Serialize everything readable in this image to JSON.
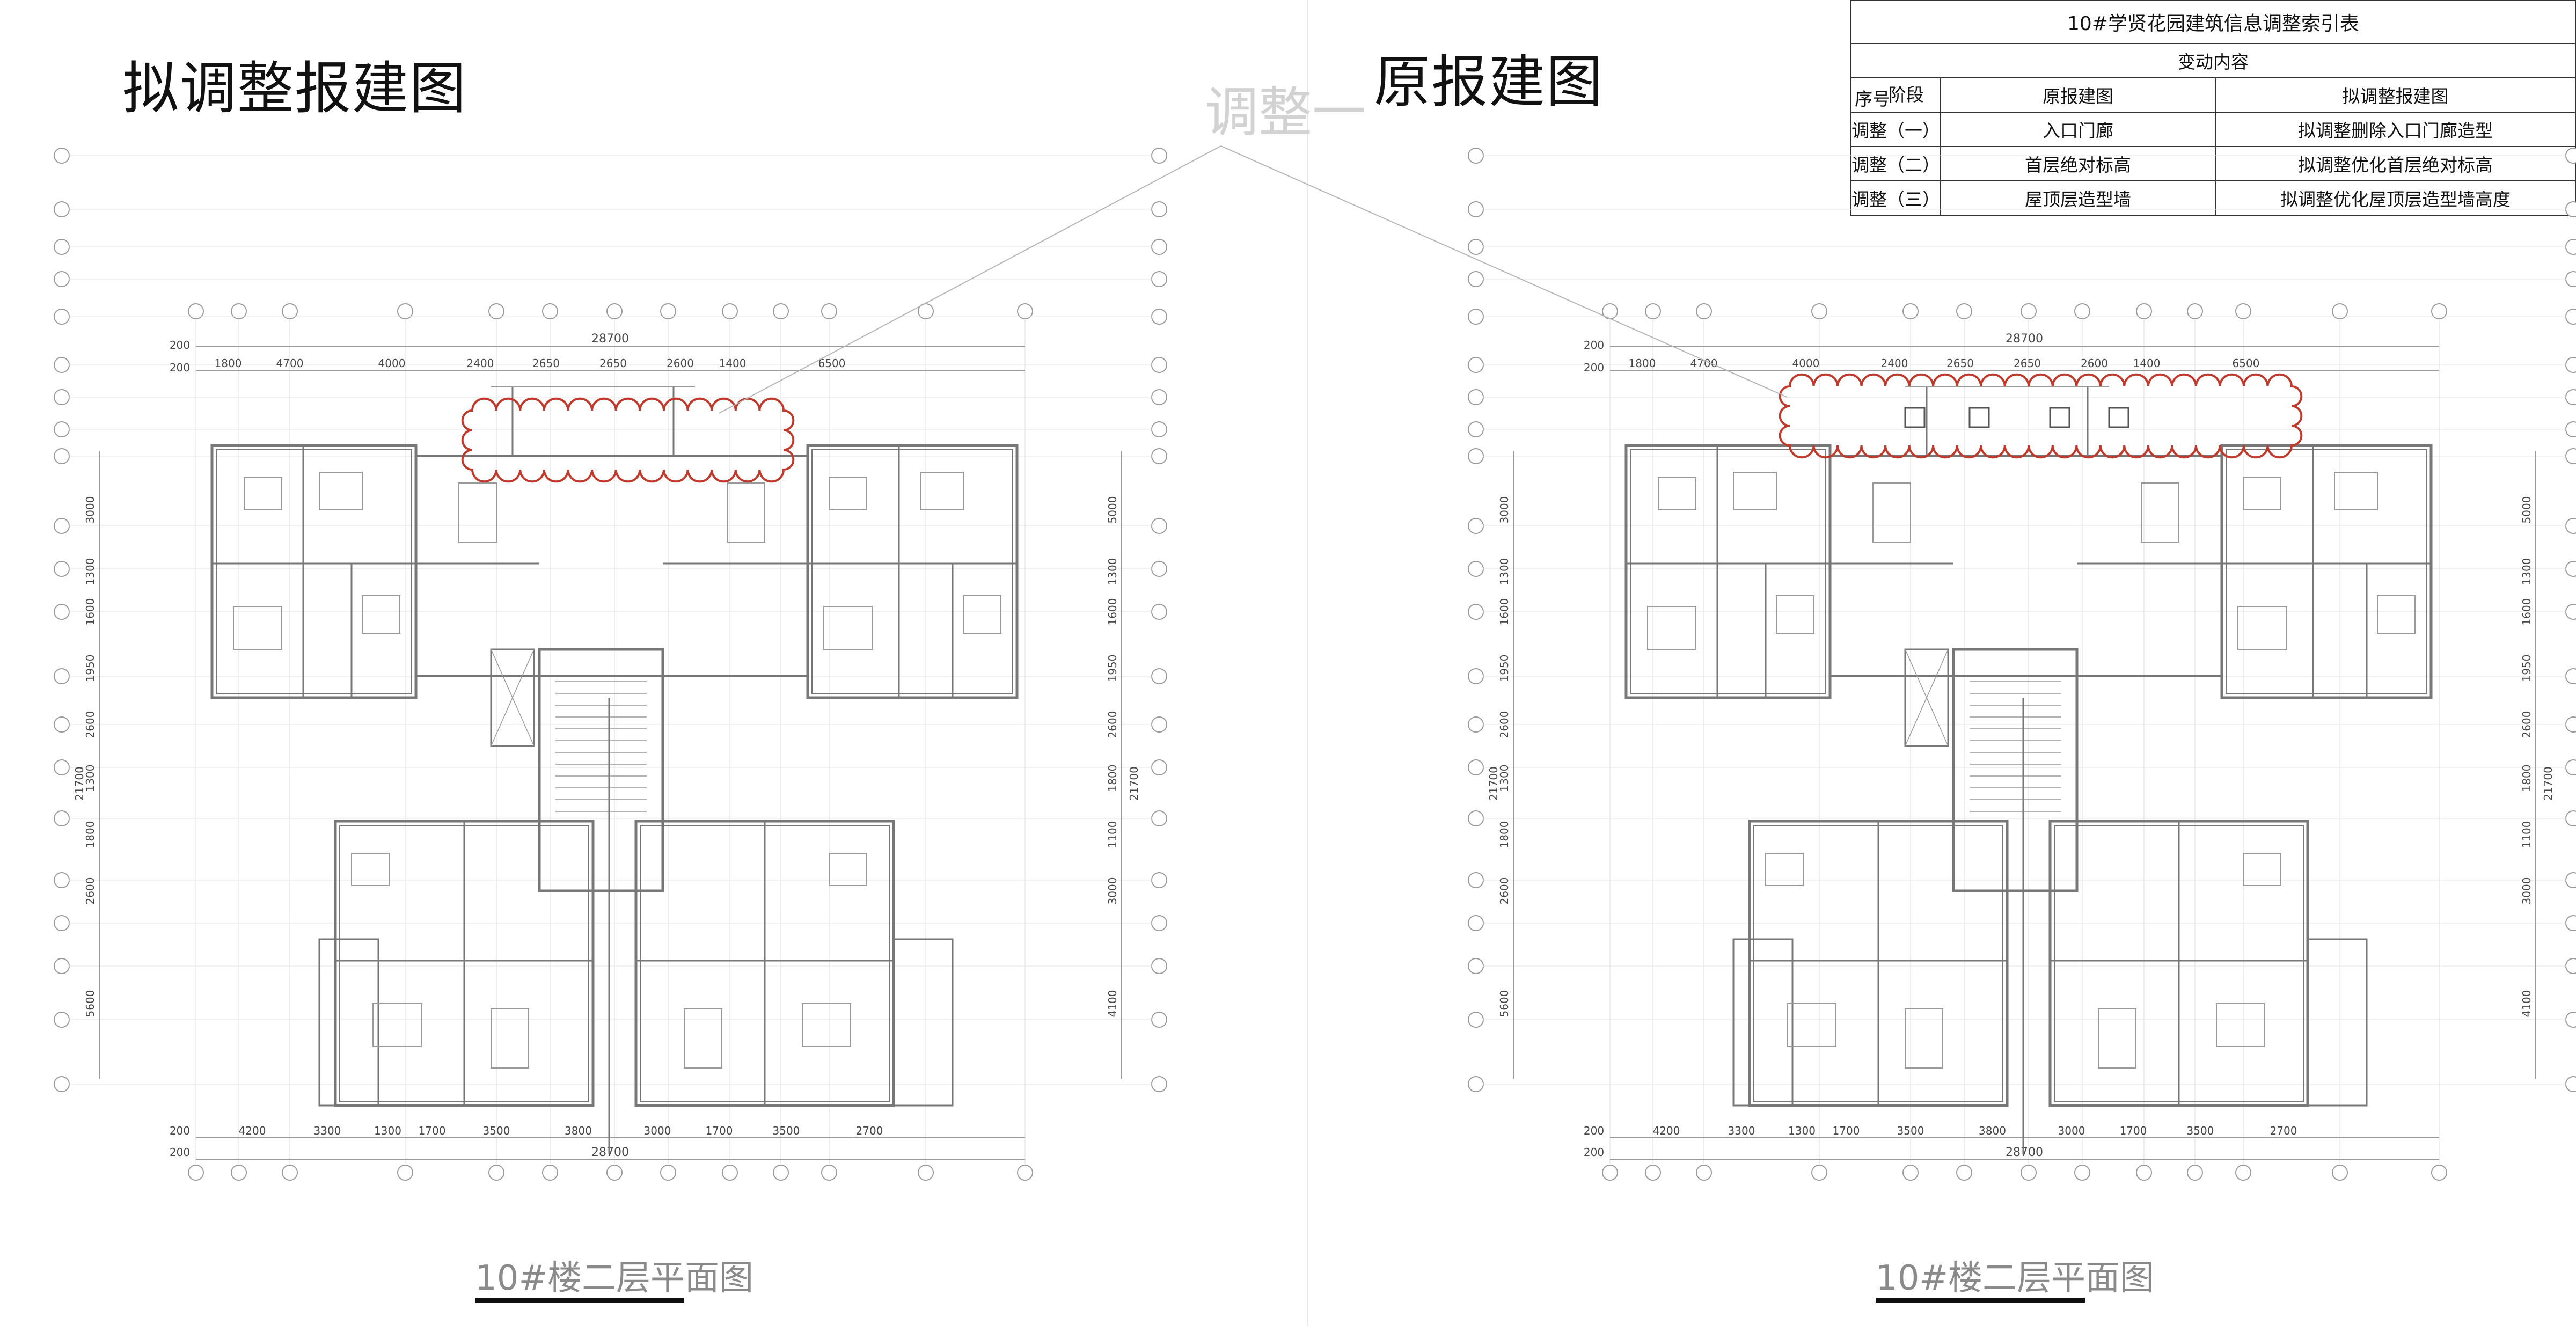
{
  "headings": {
    "proposed": "拟调整报建图",
    "original": "原报建图"
  },
  "annotation_label": "调整一",
  "captions": {
    "left": "10#楼二层平面图",
    "right": "10#楼二层平面图"
  },
  "index_table": {
    "title": "10#学贤花园建筑信息调整索引表",
    "change_content_header": "变动内容",
    "col_seq": "序号",
    "col_stage": "阶段",
    "col_original": "原报建图",
    "col_proposed": "拟调整报建图",
    "rows": [
      {
        "seq": "调整（一）",
        "original": "入口门廊",
        "proposed": "拟调整删除入口门廊造型"
      },
      {
        "seq": "调整（二）",
        "original": "首层绝对标高",
        "proposed": "拟调整优化首层绝对标高"
      },
      {
        "seq": "调整（三）",
        "original": "屋顶层造型墙",
        "proposed": "拟调整优化屋顶层造型墙高度"
      }
    ]
  },
  "plan_dimensions": {
    "overall": "28700",
    "edge": "200",
    "top_segments": [
      "1800",
      "4700",
      "4000",
      "2400",
      "2650",
      "2650",
      "2600",
      "1400",
      "6500"
    ],
    "bottom_segments": [
      "4200",
      "3300",
      "1300",
      "1700",
      "3500",
      "3800",
      "3000",
      "1700",
      "3500",
      "2700"
    ],
    "left_segments": [
      "3000",
      "1300",
      "1600",
      "1950",
      "2600",
      "1300",
      "1800",
      "2600",
      "5600"
    ],
    "right_segments": [
      "5000",
      "1300",
      "1600",
      "1950",
      "2600",
      "1800",
      "1100",
      "3000",
      "4100"
    ],
    "overall_vertical": "21700"
  },
  "colors": {
    "cloud": "#c0392b",
    "plan_line": "#777777",
    "grid_line": "#9a9a9a",
    "leader": "#b5b5b5"
  }
}
